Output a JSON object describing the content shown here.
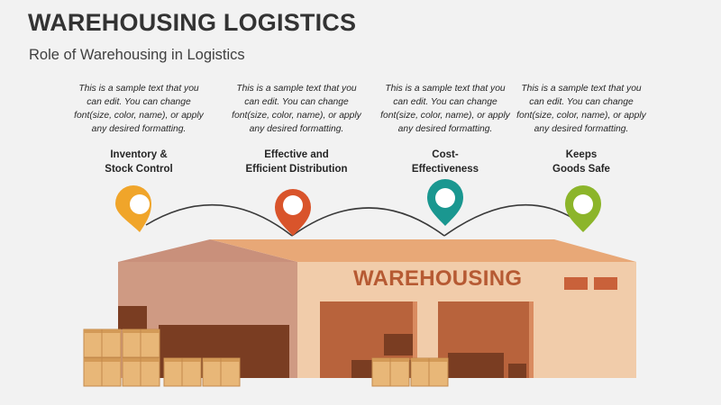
{
  "slide": {
    "title": "WAREHOUSING LOGISTICS",
    "subtitle": "Role of Warehousing in Logistics"
  },
  "columns": [
    {
      "heading_line1": "Inventory &",
      "heading_line2": "Stock Control",
      "desc": "This is a sample text that you can edit. You can change font(size, color, name), or apply any desired formatting.",
      "pin_color": "#f0a52a"
    },
    {
      "heading_line1": "Effective and",
      "heading_line2": "Efficient Distribution",
      "desc": "This is a sample text that you can edit. You can change font(size, color, name), or apply any desired formatting.",
      "pin_color": "#d9542b"
    },
    {
      "heading_line1": "Cost-",
      "heading_line2": "Effectiveness",
      "desc": "This is a sample text that you can edit. You can change font(size, color, name), or apply any desired formatting.",
      "pin_color": "#1a9790"
    },
    {
      "heading_line1": "Keeps",
      "heading_line2": "Goods Safe",
      "desc": "This is a sample text that you can edit. You can change font(size, color, name), or apply any desired formatting.",
      "pin_color": "#8cb52a"
    }
  ],
  "building": {
    "sign": "WAREHOUSING"
  }
}
